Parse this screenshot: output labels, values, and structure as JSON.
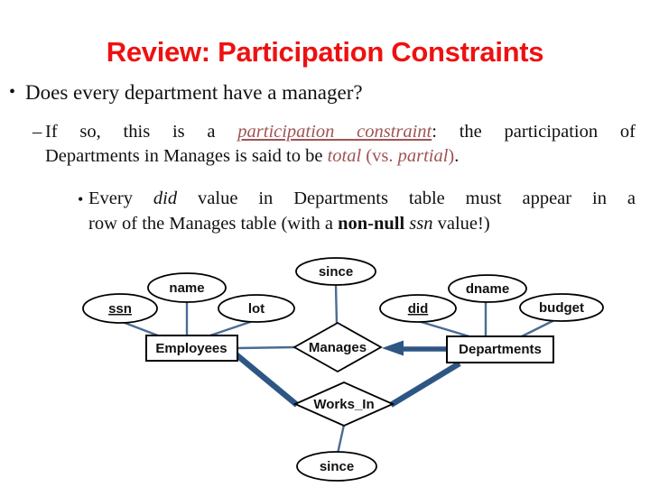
{
  "title": "Review: Participation Constraints",
  "colors": {
    "title_red": "#ee1111",
    "maroon_accent": "#a05454",
    "edge_thin_blue": "#4a6c94",
    "edge_thick_blue": "#2e5684",
    "body_text": "#111111",
    "background": "#ffffff"
  },
  "bullets": {
    "l1": {
      "marker": "•",
      "text": "Does every department have a manager?"
    },
    "l2": {
      "marker": "–",
      "line1": [
        {
          "t": "If so, this is a "
        },
        {
          "t": "participation constraint"
        },
        {
          "t": ":"
        },
        {
          "t": " the participation of"
        }
      ],
      "line2": [
        {
          "t": "Departments in Manages is said to be "
        },
        {
          "t": "total"
        },
        {
          "t": " (vs. "
        },
        {
          "t": "partial"
        },
        {
          "t": ")"
        },
        {
          "t": "."
        }
      ]
    },
    "l3": {
      "marker": "•",
      "line1": [
        {
          "t": "Every "
        },
        {
          "t": "did"
        },
        {
          "t": " value in Departments table must appear in a"
        }
      ],
      "line2": [
        {
          "t": "row of the Manages table (with a "
        },
        {
          "t": "non-null"
        },
        {
          "t": " "
        },
        {
          "t": "ssn"
        },
        {
          "t": " value!)"
        }
      ]
    }
  },
  "diagram": {
    "entities": {
      "employees": "Employees",
      "departments": "Departments"
    },
    "relationships": {
      "manages": "Manages",
      "works_in": "Works_In"
    },
    "attributes": {
      "ssn": "ssn",
      "name": "name",
      "lot": "lot",
      "since_manages": "since",
      "did": "did",
      "dname": "dname",
      "budget": "budget",
      "since_works_in": "since"
    },
    "key_attributes": [
      "ssn",
      "did"
    ],
    "connections": [
      {
        "from": "ssn",
        "to": "Employees",
        "style": "thin"
      },
      {
        "from": "name",
        "to": "Employees",
        "style": "thin"
      },
      {
        "from": "lot",
        "to": "Employees",
        "style": "thin"
      },
      {
        "from": "since",
        "to": "Manages",
        "style": "thin"
      },
      {
        "from": "Employees",
        "to": "Manages",
        "style": "thin"
      },
      {
        "from": "did",
        "to": "Departments",
        "style": "thin"
      },
      {
        "from": "dname",
        "to": "Departments",
        "style": "thin"
      },
      {
        "from": "budget",
        "to": "Departments",
        "style": "thin"
      },
      {
        "from": "Departments",
        "to": "Manages",
        "style": "thick-arrow"
      },
      {
        "from": "Employees",
        "to": "Works_In",
        "style": "thick"
      },
      {
        "from": "Departments",
        "to": "Works_In",
        "style": "thick"
      },
      {
        "from": "Works_In",
        "to": "since",
        "style": "thin"
      }
    ]
  }
}
